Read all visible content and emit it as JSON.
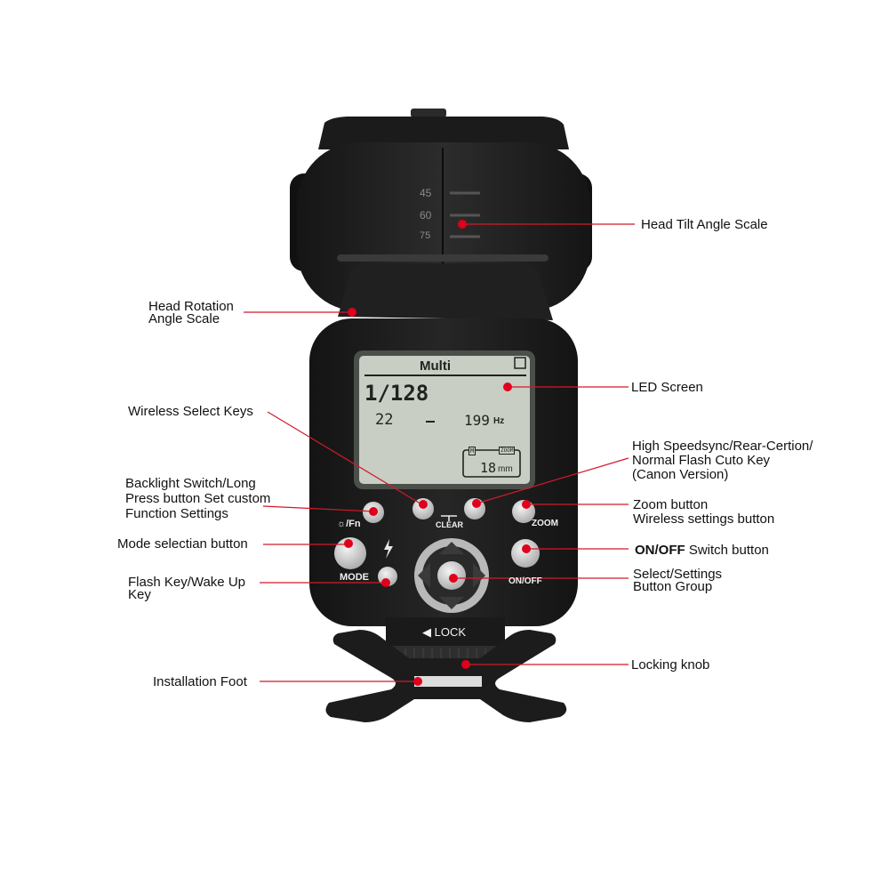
{
  "colors": {
    "marker": "#e0001b",
    "line": "#d11a2a",
    "device_body": "#1e1e1e",
    "lcd_background": "#c8cec3",
    "button": "#d9d9d9"
  },
  "device": {
    "head_scale": [
      "45",
      "60",
      "75"
    ],
    "lcd": {
      "mode": "Multi",
      "power": "1/128",
      "times": "22",
      "separator": "-",
      "frequency": "199",
      "freq_unit": "Hz",
      "m_badge": "M",
      "zoom_badge": "ZOOM",
      "zoom_value": "18",
      "zoom_unit": "mm"
    },
    "panel_labels": {
      "fn": "☼/Fn",
      "clear": "CLEAR",
      "zoom": "ZOOM",
      "mode": "MODE",
      "onoff": "ON/OFF",
      "lock": "◀ LOCK"
    }
  },
  "callouts": {
    "head_tilt": [
      "Head Tilt Angle Scale"
    ],
    "head_rotation": [
      "Head Rotation",
      "Angle Scale"
    ],
    "led_screen": [
      "LED Screen"
    ],
    "wireless_select": [
      "Wireless Select Keys"
    ],
    "high_speed": [
      "High Speedsync/Rear-Certion/",
      "Normal Flash Cuto Key",
      "(Canon Version)"
    ],
    "backlight": [
      "Backlight Switch/Long",
      "Press button Set custom",
      "Function Settings"
    ],
    "zoom_button": [
      "Zoom button",
      "Wireless settings button"
    ],
    "mode_select": [
      "Mode selectian button"
    ],
    "onoff_bold": "ON/OFF",
    "onoff_rest": " Switch button",
    "flash_key": [
      "Flash Key/Wake Up",
      "Key"
    ],
    "select_settings": [
      "Select/Settings",
      "Button Group"
    ],
    "locking_knob": [
      "Locking knob"
    ],
    "installation_foot": [
      "Installation Foot"
    ]
  }
}
